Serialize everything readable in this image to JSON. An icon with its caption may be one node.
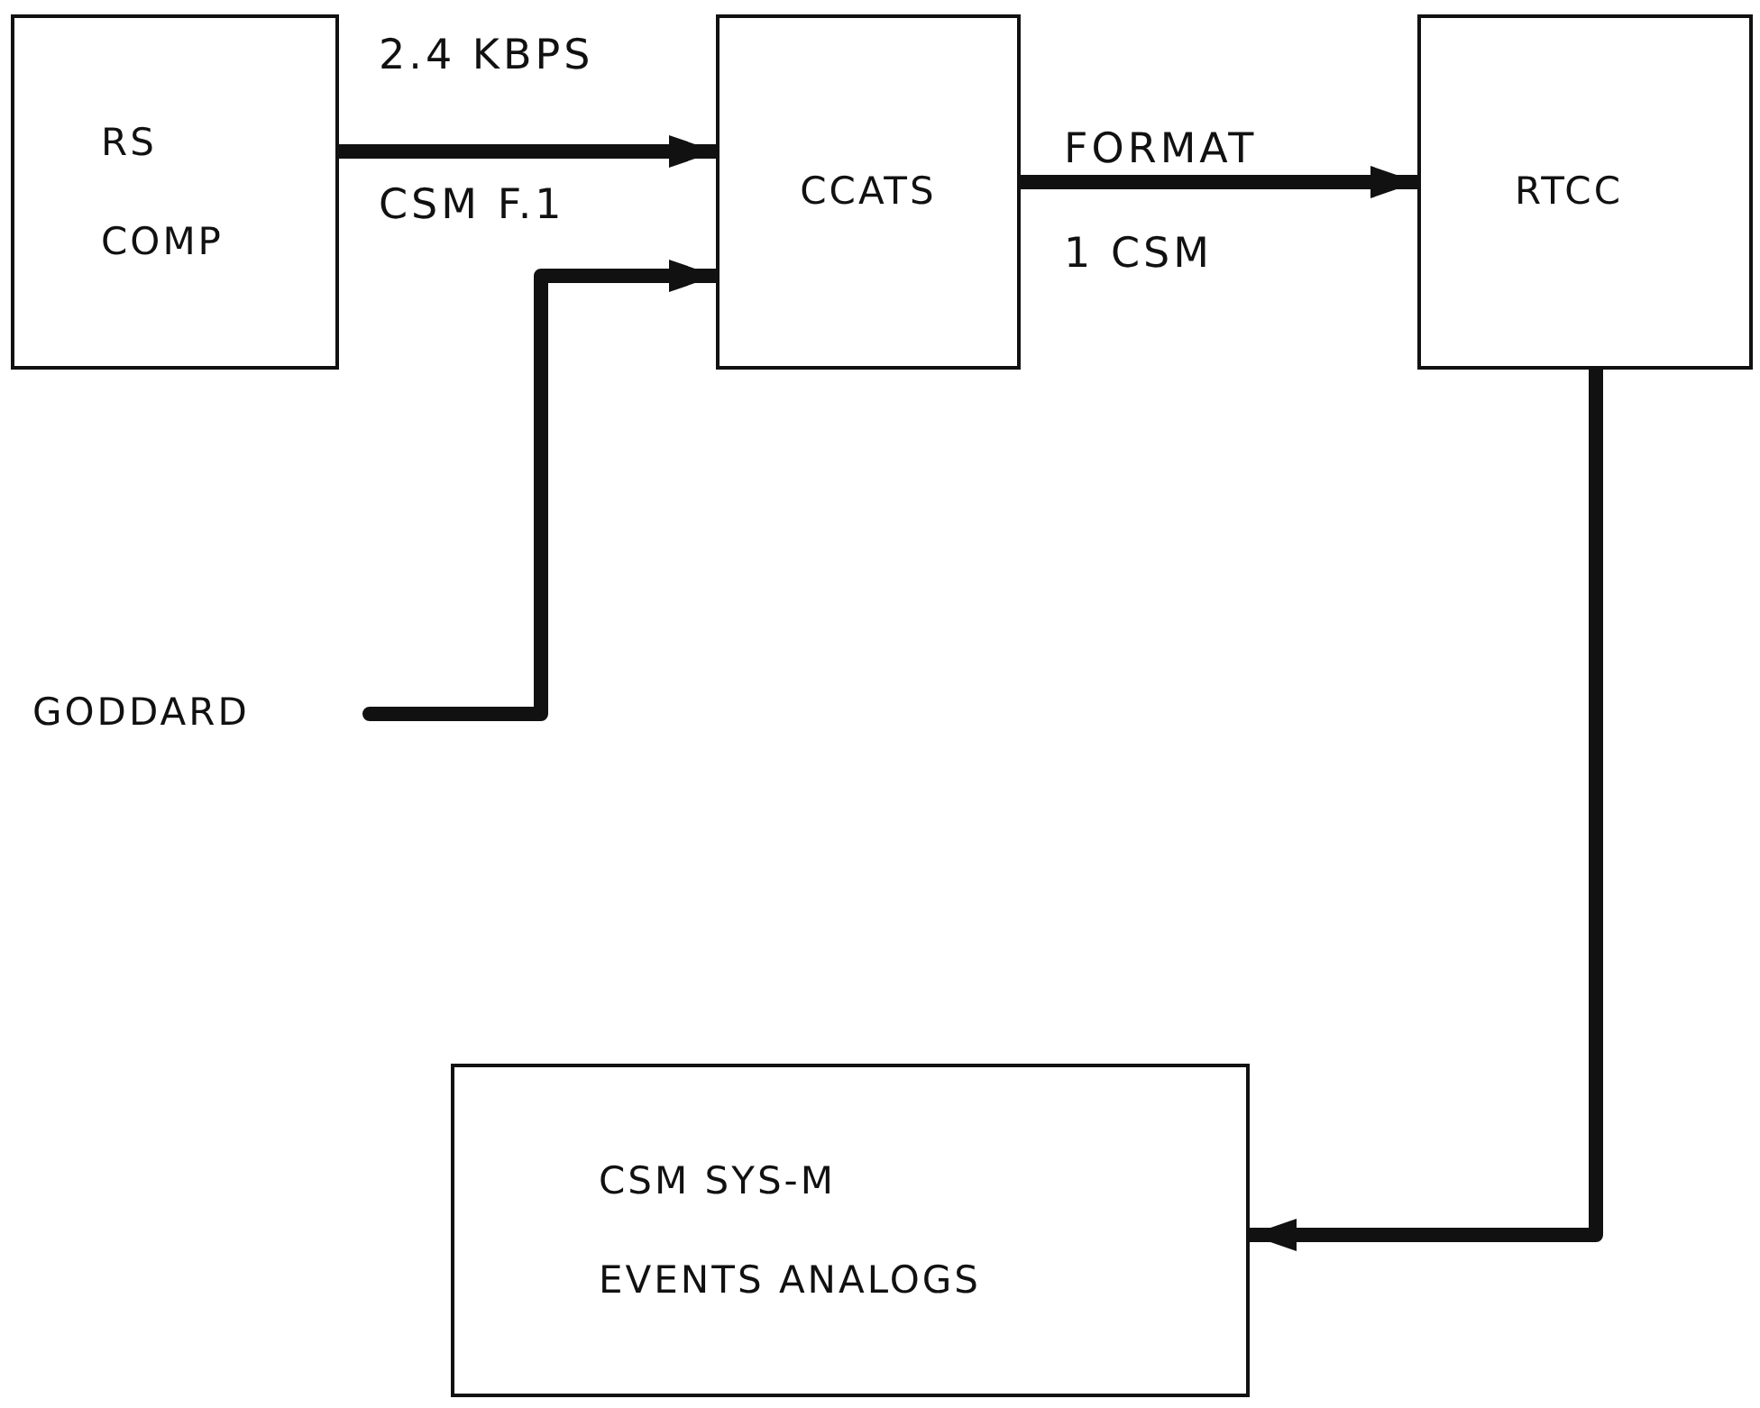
{
  "diagram": {
    "nodes": [
      {
        "text": [
          "RS COMP"
        ]
      },
      {
        "text": [
          "CCATS"
        ]
      },
      {
        "text": [
          "RTCC"
        ]
      },
      {
        "text": [
          "GODDARD"
        ]
      },
      {
        "text": [
          "CSM SYS-M EVENTS ANALOGS"
        ]
      }
    ],
    "edges": [
      {
        "from": 0,
        "to": 1,
        "arrow": "to",
        "label": "2.4 KBPS"
      },
      {
        "from": 1,
        "to": 2,
        "arrow": "to",
        "label": "FORMAT"
      },
      {
        "from": 3,
        "to": 1,
        "arrow": "to"
      },
      {
        "from": 2,
        "to": 4,
        "arrow": "to"
      }
    ],
    "labels": [
      "CSM F.1",
      "1 CSM"
    ]
  }
}
